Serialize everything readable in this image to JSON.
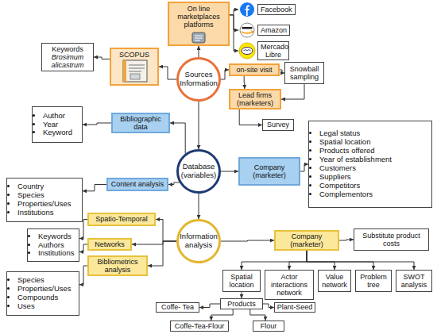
{
  "diagram": {
    "nodes": [
      {
        "text": [
          "On line marketplaces platforms"
        ]
      },
      {
        "text": [
          "Facebook"
        ]
      },
      {
        "text": [
          "Amazon"
        ]
      },
      {
        "text": [
          "Mercado Libre"
        ]
      },
      {
        "text": [
          "Keywords",
          "Brosimum alicastrum"
        ]
      },
      {
        "text": [
          "SCOPUS"
        ]
      },
      {
        "text": [
          "Sources Information"
        ]
      },
      {
        "text": [
          "on-site visit"
        ]
      },
      {
        "text": [
          "Snowball sampling"
        ]
      },
      {
        "text": [
          "Lead firms (marketers)"
        ]
      },
      {
        "text": [
          "Survey"
        ]
      },
      {
        "text": [
          "Author",
          "Year",
          "Keyword"
        ]
      },
      {
        "text": [
          "Bibliographic data"
        ]
      },
      {
        "text": [
          "Database (variables)"
        ]
      },
      {
        "text": [
          "Company (marketer)"
        ]
      },
      {
        "text": [
          "Legal status",
          "Spatial location",
          "Products offered",
          "Year of establishment",
          "Customers",
          "Suppliers",
          "Competitors",
          "Complementors"
        ]
      },
      {
        "text": [
          "Country",
          "Species",
          "Properties/Uses",
          "Institutions"
        ]
      },
      {
        "text": [
          "Content analysis"
        ]
      },
      {
        "text": [
          "Spatio-Temporal"
        ]
      },
      {
        "text": [
          "Information analysis"
        ]
      },
      {
        "text": [
          "Company (marketer)"
        ]
      },
      {
        "text": [
          "Substitute product costs"
        ]
      },
      {
        "text": [
          "Keywords",
          "Authors",
          "Institutions"
        ]
      },
      {
        "text": [
          "Networks"
        ]
      },
      {
        "text": [
          "Bibliometrics analysis"
        ]
      },
      {
        "text": [
          "Spatial location"
        ]
      },
      {
        "text": [
          "Actor interactions network"
        ]
      },
      {
        "text": [
          "Value network"
        ]
      },
      {
        "text": [
          "Problem tree"
        ]
      },
      {
        "text": [
          "SWOT analysis"
        ]
      },
      {
        "text": [
          "Species",
          "Properties/Uses",
          "Compounds",
          "Uses"
        ]
      },
      {
        "text": [
          "Products"
        ]
      },
      {
        "text": [
          "Coffe- Tea"
        ]
      },
      {
        "text": [
          "Plant-Seed"
        ]
      },
      {
        "text": [
          "Coffe-Tea-Flour"
        ]
      },
      {
        "text": [
          "Flour"
        ]
      }
    ],
    "edges": [
      {
        "from": 6,
        "to": 0,
        "arrow": "to"
      },
      {
        "from": 0,
        "to": 1,
        "arrow": "to"
      },
      {
        "from": 0,
        "to": 2,
        "arrow": "to"
      },
      {
        "from": 0,
        "to": 3,
        "arrow": "to"
      },
      {
        "from": 6,
        "to": 5,
        "arrow": "to"
      },
      {
        "from": 5,
        "to": 4,
        "arrow": "to"
      },
      {
        "from": 6,
        "to": 7,
        "arrow": "to"
      },
      {
        "from": 7,
        "to": 8,
        "arrow": "to"
      },
      {
        "from": 7,
        "to": 9,
        "arrow": "to"
      },
      {
        "from": 8,
        "to": 9,
        "arrow": "to"
      },
      {
        "from": 9,
        "to": 10,
        "arrow": "to"
      },
      {
        "from": 6,
        "to": 13,
        "arrow": "to"
      },
      {
        "from": 13,
        "to": 12,
        "arrow": "to"
      },
      {
        "from": 12,
        "to": 11,
        "arrow": "to"
      },
      {
        "from": 13,
        "to": 17,
        "arrow": "to"
      },
      {
        "from": 17,
        "to": 16,
        "arrow": "to"
      },
      {
        "from": 13,
        "to": 14,
        "arrow": "to"
      },
      {
        "from": 14,
        "to": 15,
        "arrow": "to"
      },
      {
        "from": 13,
        "to": 19,
        "arrow": "to"
      },
      {
        "from": 19,
        "to": 18,
        "arrow": "to"
      },
      {
        "from": 19,
        "to": 23,
        "arrow": "to"
      },
      {
        "from": 19,
        "to": 24,
        "arrow": "to"
      },
      {
        "from": 18,
        "to": 22,
        "arrow": "to"
      },
      {
        "from": 23,
        "to": 22,
        "arrow": "to"
      },
      {
        "from": 24,
        "to": 30,
        "arrow": "to"
      },
      {
        "from": 19,
        "to": 20,
        "arrow": "to"
      },
      {
        "from": 20,
        "to": 21,
        "arrow": "to"
      },
      {
        "from": 20,
        "to": 25,
        "arrow": "to"
      },
      {
        "from": 20,
        "to": 26,
        "arrow": "to"
      },
      {
        "from": 20,
        "to": 27,
        "arrow": "to"
      },
      {
        "from": 20,
        "to": 28,
        "arrow": "to"
      },
      {
        "from": 20,
        "to": 29,
        "arrow": "to"
      },
      {
        "from": 25,
        "to": 31,
        "arrow": "to"
      },
      {
        "from": 31,
        "to": 32,
        "arrow": "to"
      },
      {
        "from": 31,
        "to": 33,
        "arrow": "to"
      },
      {
        "from": 31,
        "to": 34,
        "arrow": "to"
      },
      {
        "from": 31,
        "to": 35,
        "arrow": "to"
      }
    ]
  }
}
